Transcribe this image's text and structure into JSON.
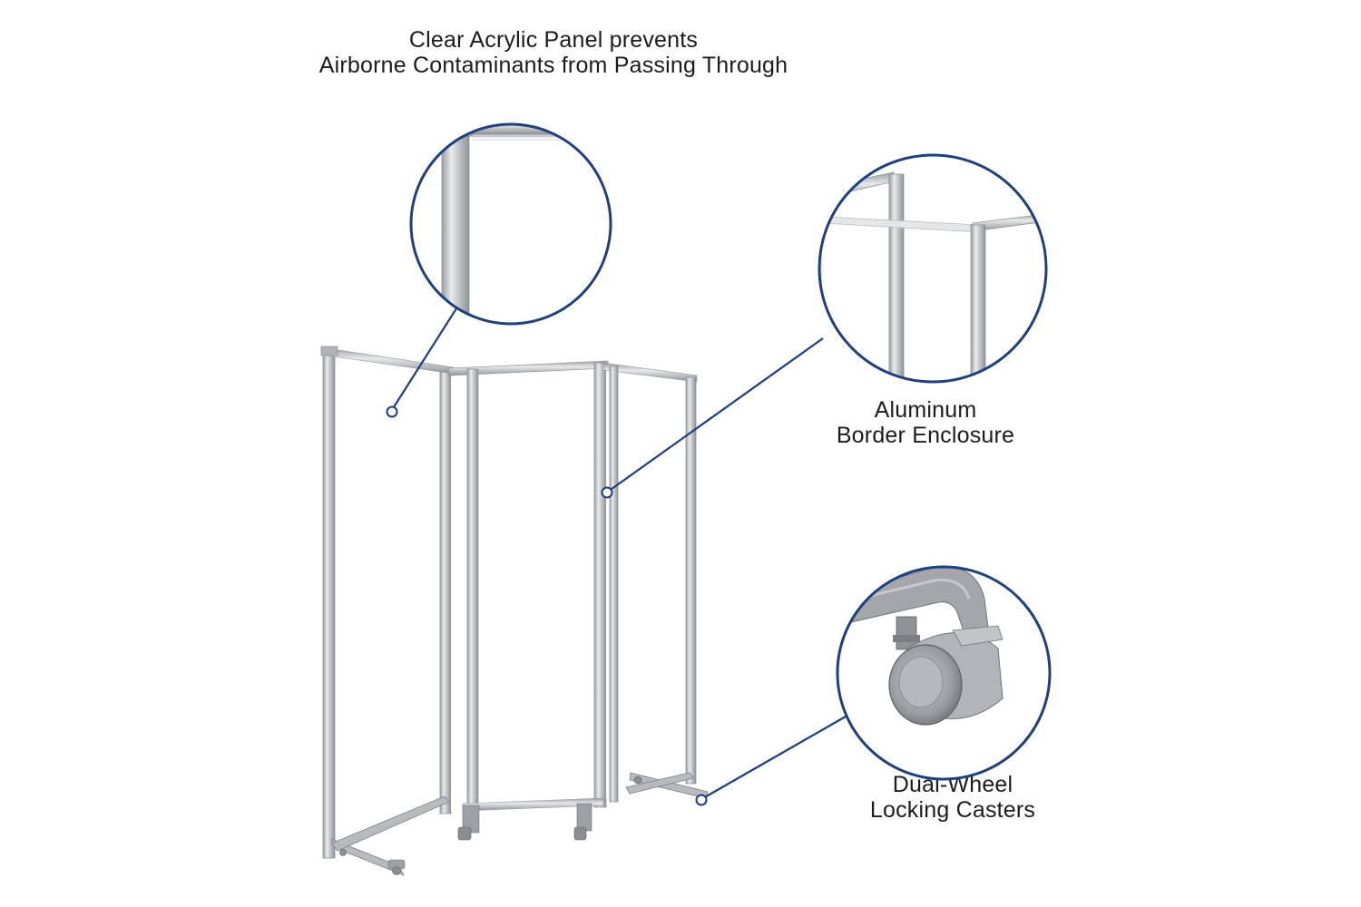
{
  "callouts": {
    "acrylic": {
      "line1": "Clear Acrylic Panel prevents",
      "line2": "Airborne Contaminants from Passing Through"
    },
    "aluminum": {
      "line1": "Aluminum",
      "line2": "Border Enclosure"
    },
    "casters": {
      "line1": "Dual-Wheel",
      "line2": "Locking Casters"
    }
  },
  "colors": {
    "callout_ring": "#1f3f7f",
    "frame": "#b9bcc0",
    "frame_dark": "#8e9297",
    "caster": "#9da1a6"
  },
  "icons": {
    "callout_dot": "hollow-circle-marker"
  }
}
